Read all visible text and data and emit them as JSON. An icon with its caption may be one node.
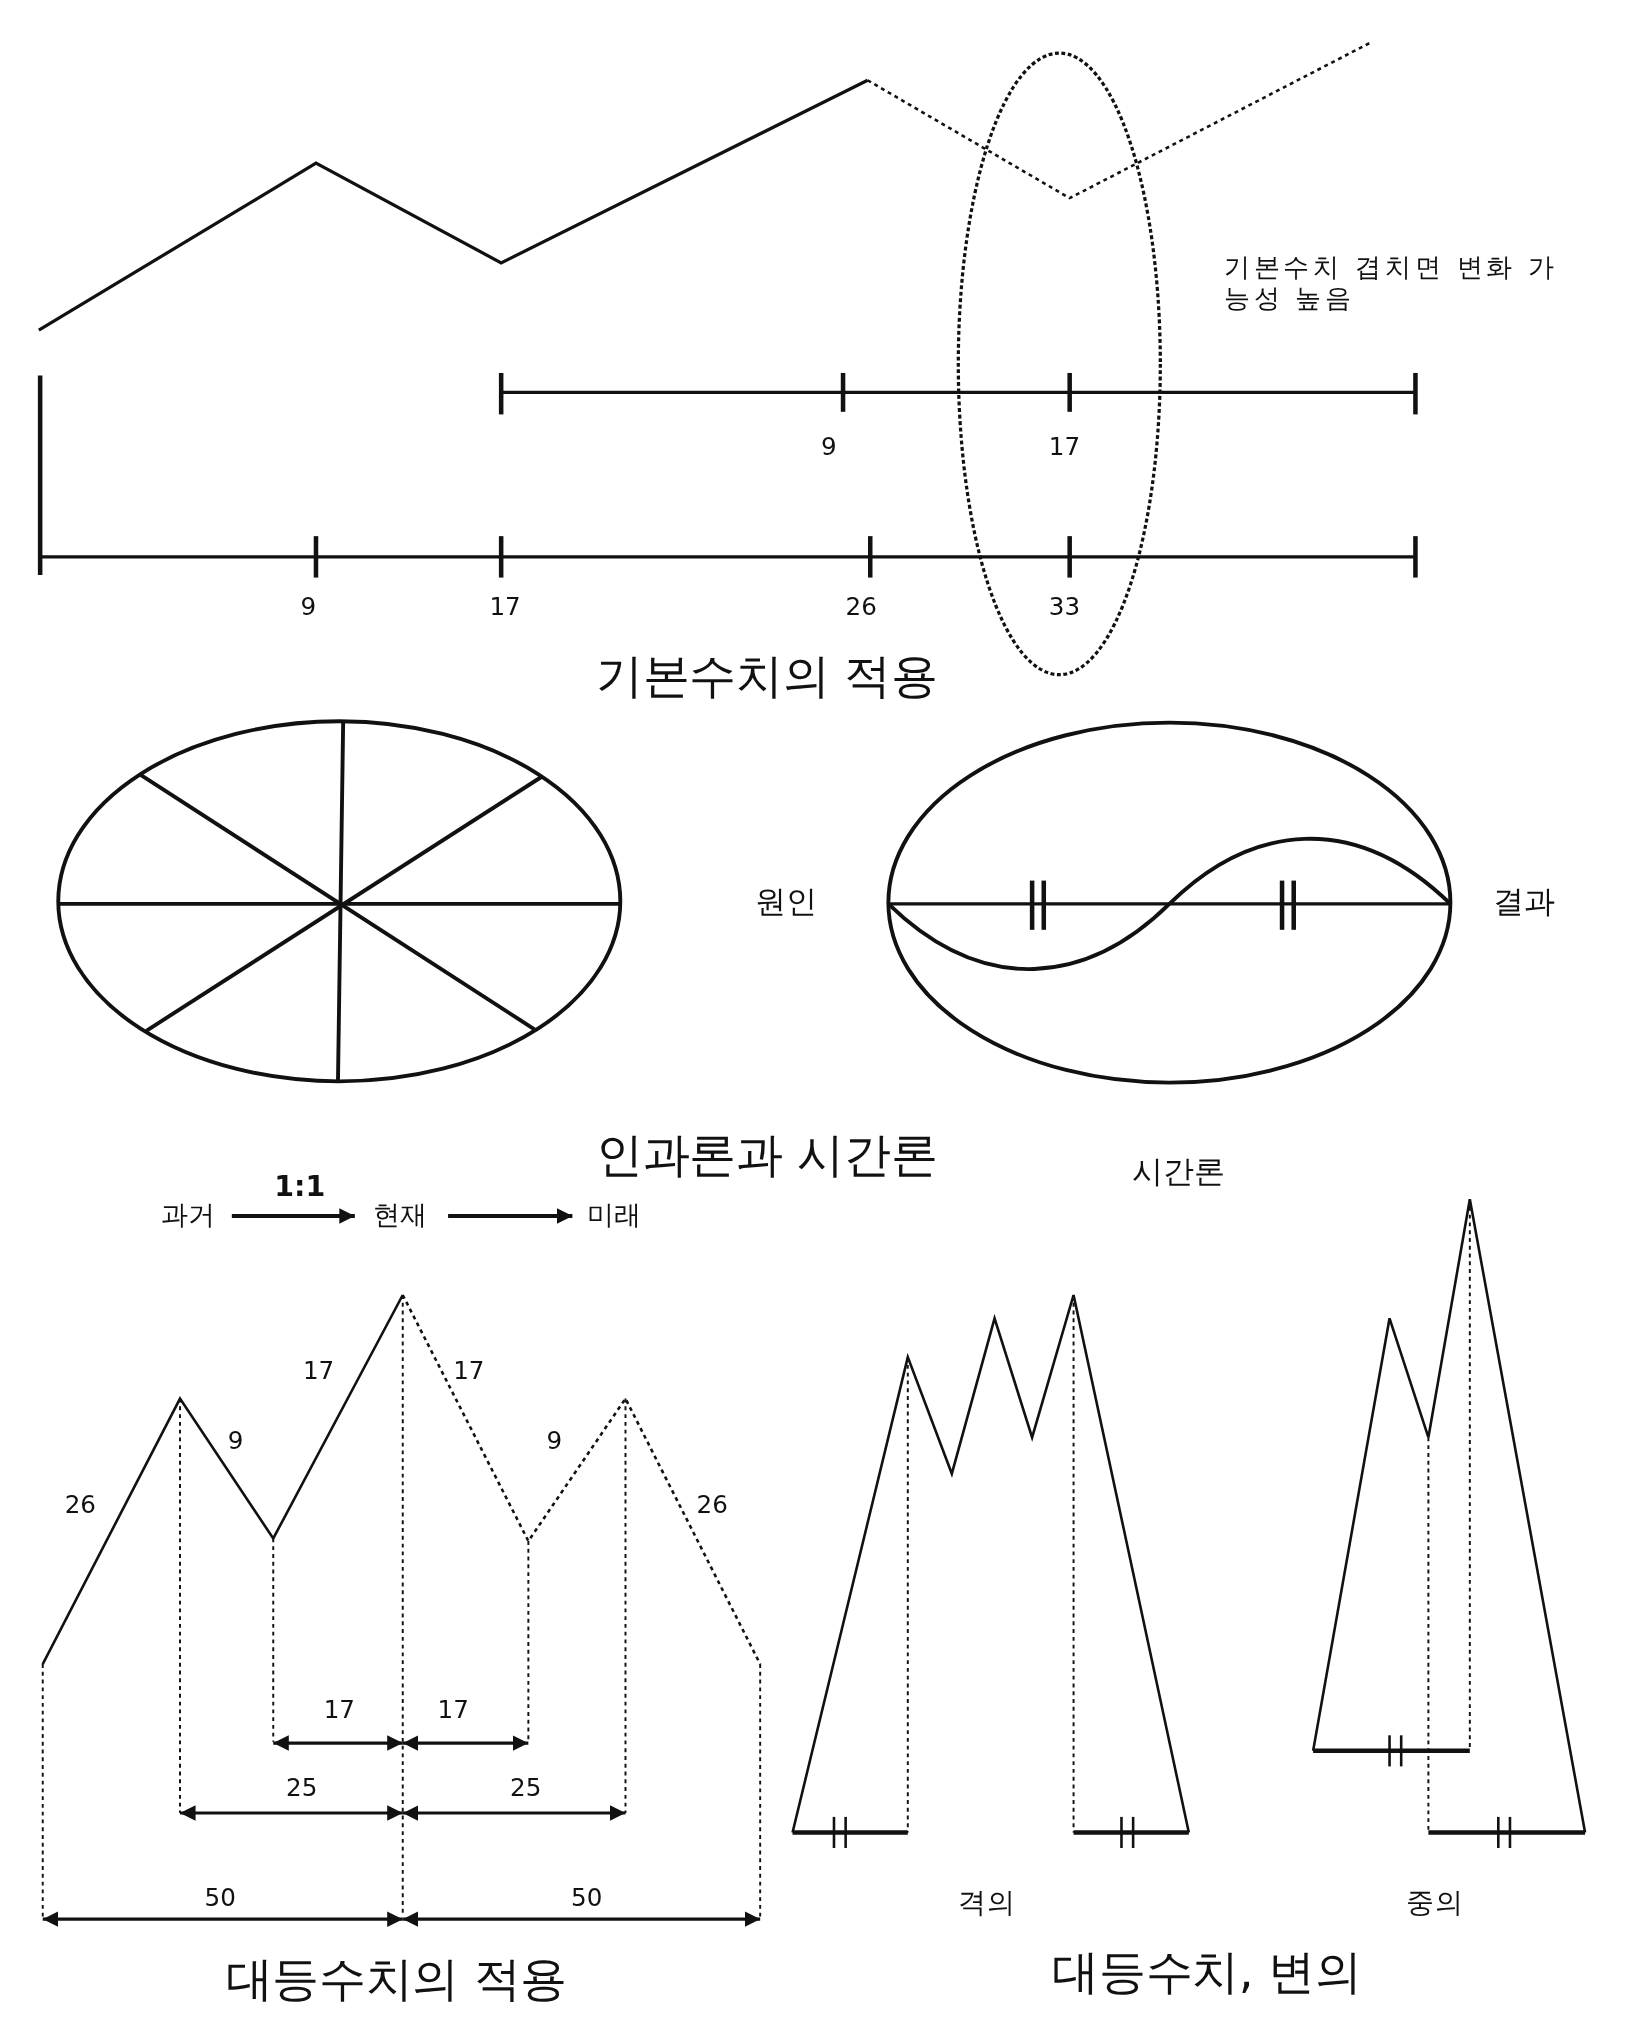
{
  "diagram": {
    "nodes": [
      {
        "text": [
          "과거"
        ]
      },
      {
        "text": [
          "현재"
        ]
      },
      {
        "text": [
          "미래"
        ]
      }
    ],
    "edges": [
      {
        "from": 0,
        "to": 1,
        "arrow": "to",
        "label": "1:1"
      },
      {
        "from": 1,
        "to": 2,
        "arrow": "to"
      }
    ],
    "labels": [
      "기본수치 겹치면 변화 가능성 높음",
      "9",
      "17",
      "9",
      "17",
      "26",
      "33",
      "기본수치의 적용",
      "원인",
      "결과",
      "인과론과 시간론",
      "시간론",
      "17",
      "17",
      "26",
      "9",
      "9",
      "26",
      "17",
      "17",
      "25",
      "25",
      "50",
      "50",
      "격의",
      "중의",
      "대등수치의 적용",
      "대등수치, 변의"
    ]
  }
}
